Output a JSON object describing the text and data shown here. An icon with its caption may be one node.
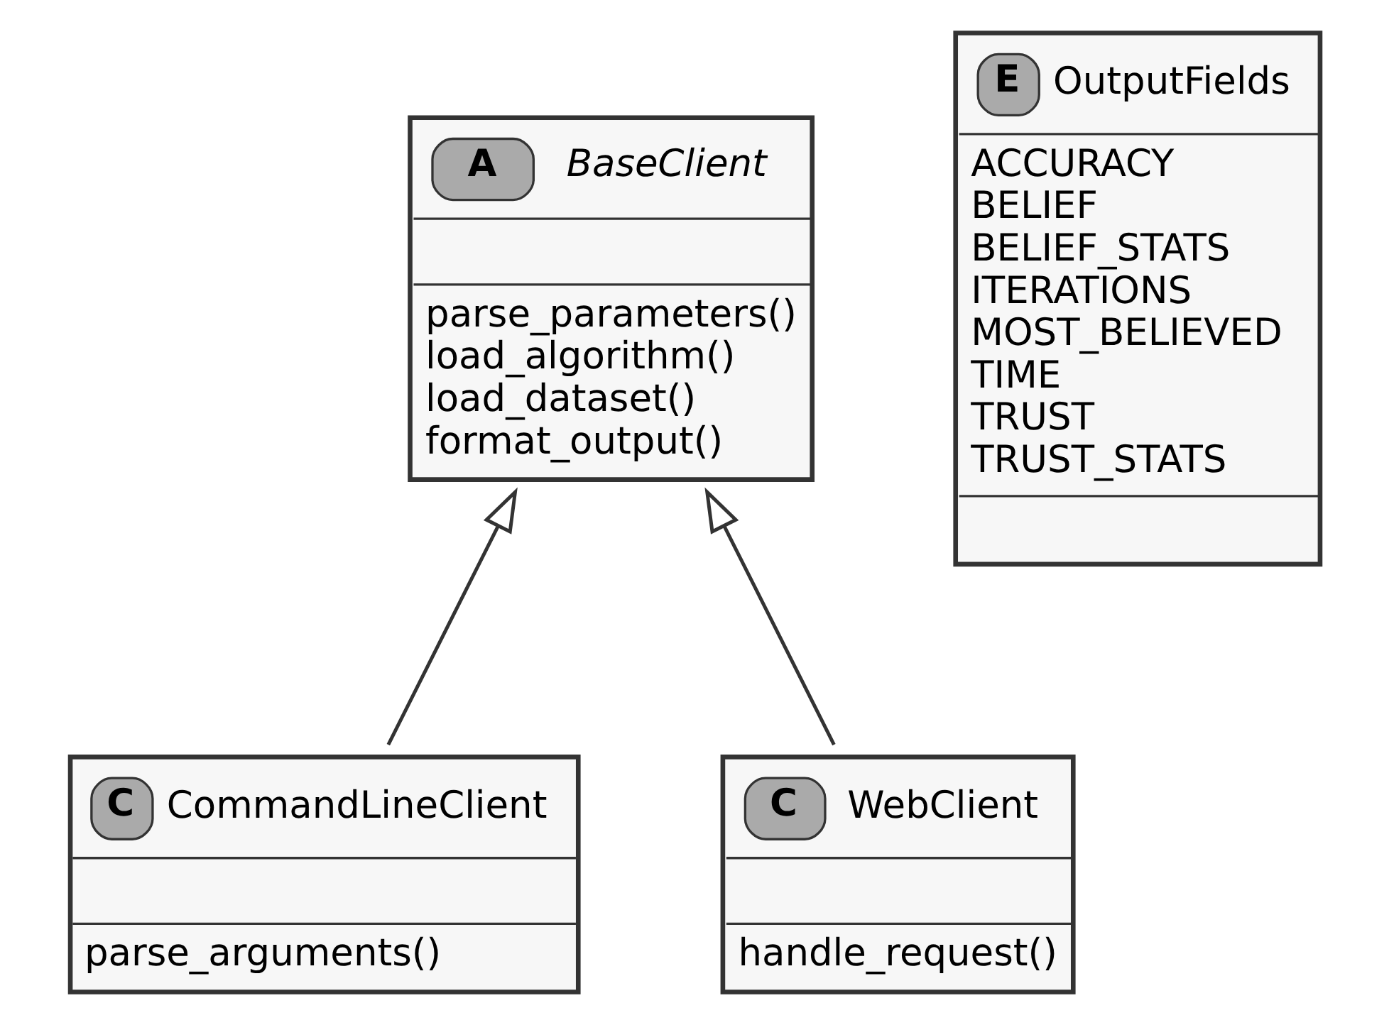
{
  "diagram": {
    "nodes": [
      {
        "text": [
          "A",
          "BaseClient",
          "parse_parameters()",
          "load_algorithm()",
          "load_dataset()",
          "format_output()"
        ]
      },
      {
        "text": [
          "E",
          "OutputFields",
          "ACCURACY",
          "BELIEF",
          "BELIEF_STATS",
          "ITERATIONS",
          "MOST_BELIEVED",
          "TIME",
          "TRUST",
          "TRUST_STATS"
        ]
      },
      {
        "text": [
          "C",
          "CommandLineClient",
          "parse_arguments()"
        ]
      },
      {
        "text": [
          "C",
          "WebClient",
          "handle_request()"
        ]
      }
    ],
    "edges": [
      {
        "from": 2,
        "to": 0,
        "arrow": "to"
      },
      {
        "from": 3,
        "to": 0,
        "arrow": "to"
      }
    ]
  }
}
